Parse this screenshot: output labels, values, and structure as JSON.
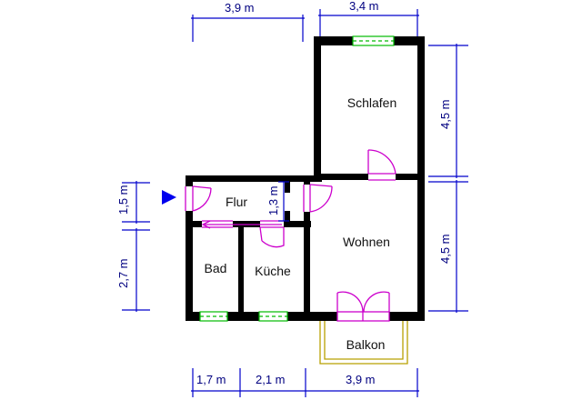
{
  "rooms": {
    "schlafen": "Schlafen",
    "flur": "Flur",
    "wohnen": "Wohnen",
    "bad": "Bad",
    "kueche": "Küche",
    "balkon": "Balkon"
  },
  "dimensions": {
    "top_left": "3,9 m",
    "top_right": "3,4 m",
    "right_upper": "4,5 m",
    "right_lower": "4,5 m",
    "left_upper": "1,5 m",
    "left_lower": "2,7 m",
    "flur_inner": "1,3 m",
    "bottom_1": "1,7 m",
    "bottom_2": "2,1 m",
    "bottom_3": "3,9 m"
  },
  "colors": {
    "walls": "#000000",
    "dimension_lines": "#0000cc",
    "doors": "#cc00cc",
    "windows": "#00bb00",
    "balcony": "#b8a000",
    "entrance_arrow": "#0000ee"
  }
}
